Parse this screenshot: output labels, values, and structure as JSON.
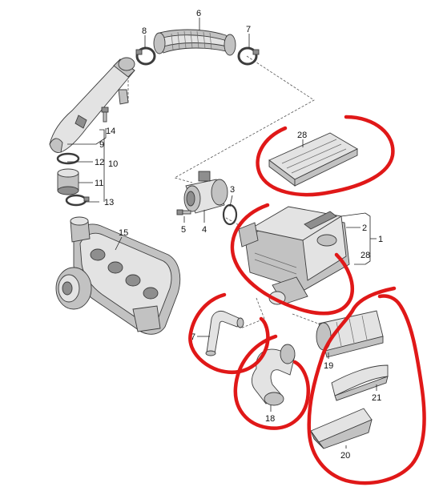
{
  "colors": {
    "background": "#ffffff",
    "marker": "#e01818",
    "part_fill": "#d6d6d6"
  },
  "callouts": {
    "p1": "1",
    "p2": "2",
    "p3": "3",
    "p4": "4",
    "p5": "5",
    "p6": "6",
    "p7_top": "7",
    "p7_mid": "7",
    "p8": "8",
    "p9": "9",
    "p10": "10",
    "p11": "11",
    "p12": "12",
    "p13": "13",
    "p14": "14",
    "p15": "15",
    "p18": "18",
    "p19": "19",
    "p20": "20",
    "p21": "21",
    "p28_top": "28",
    "p28_right": "28"
  }
}
